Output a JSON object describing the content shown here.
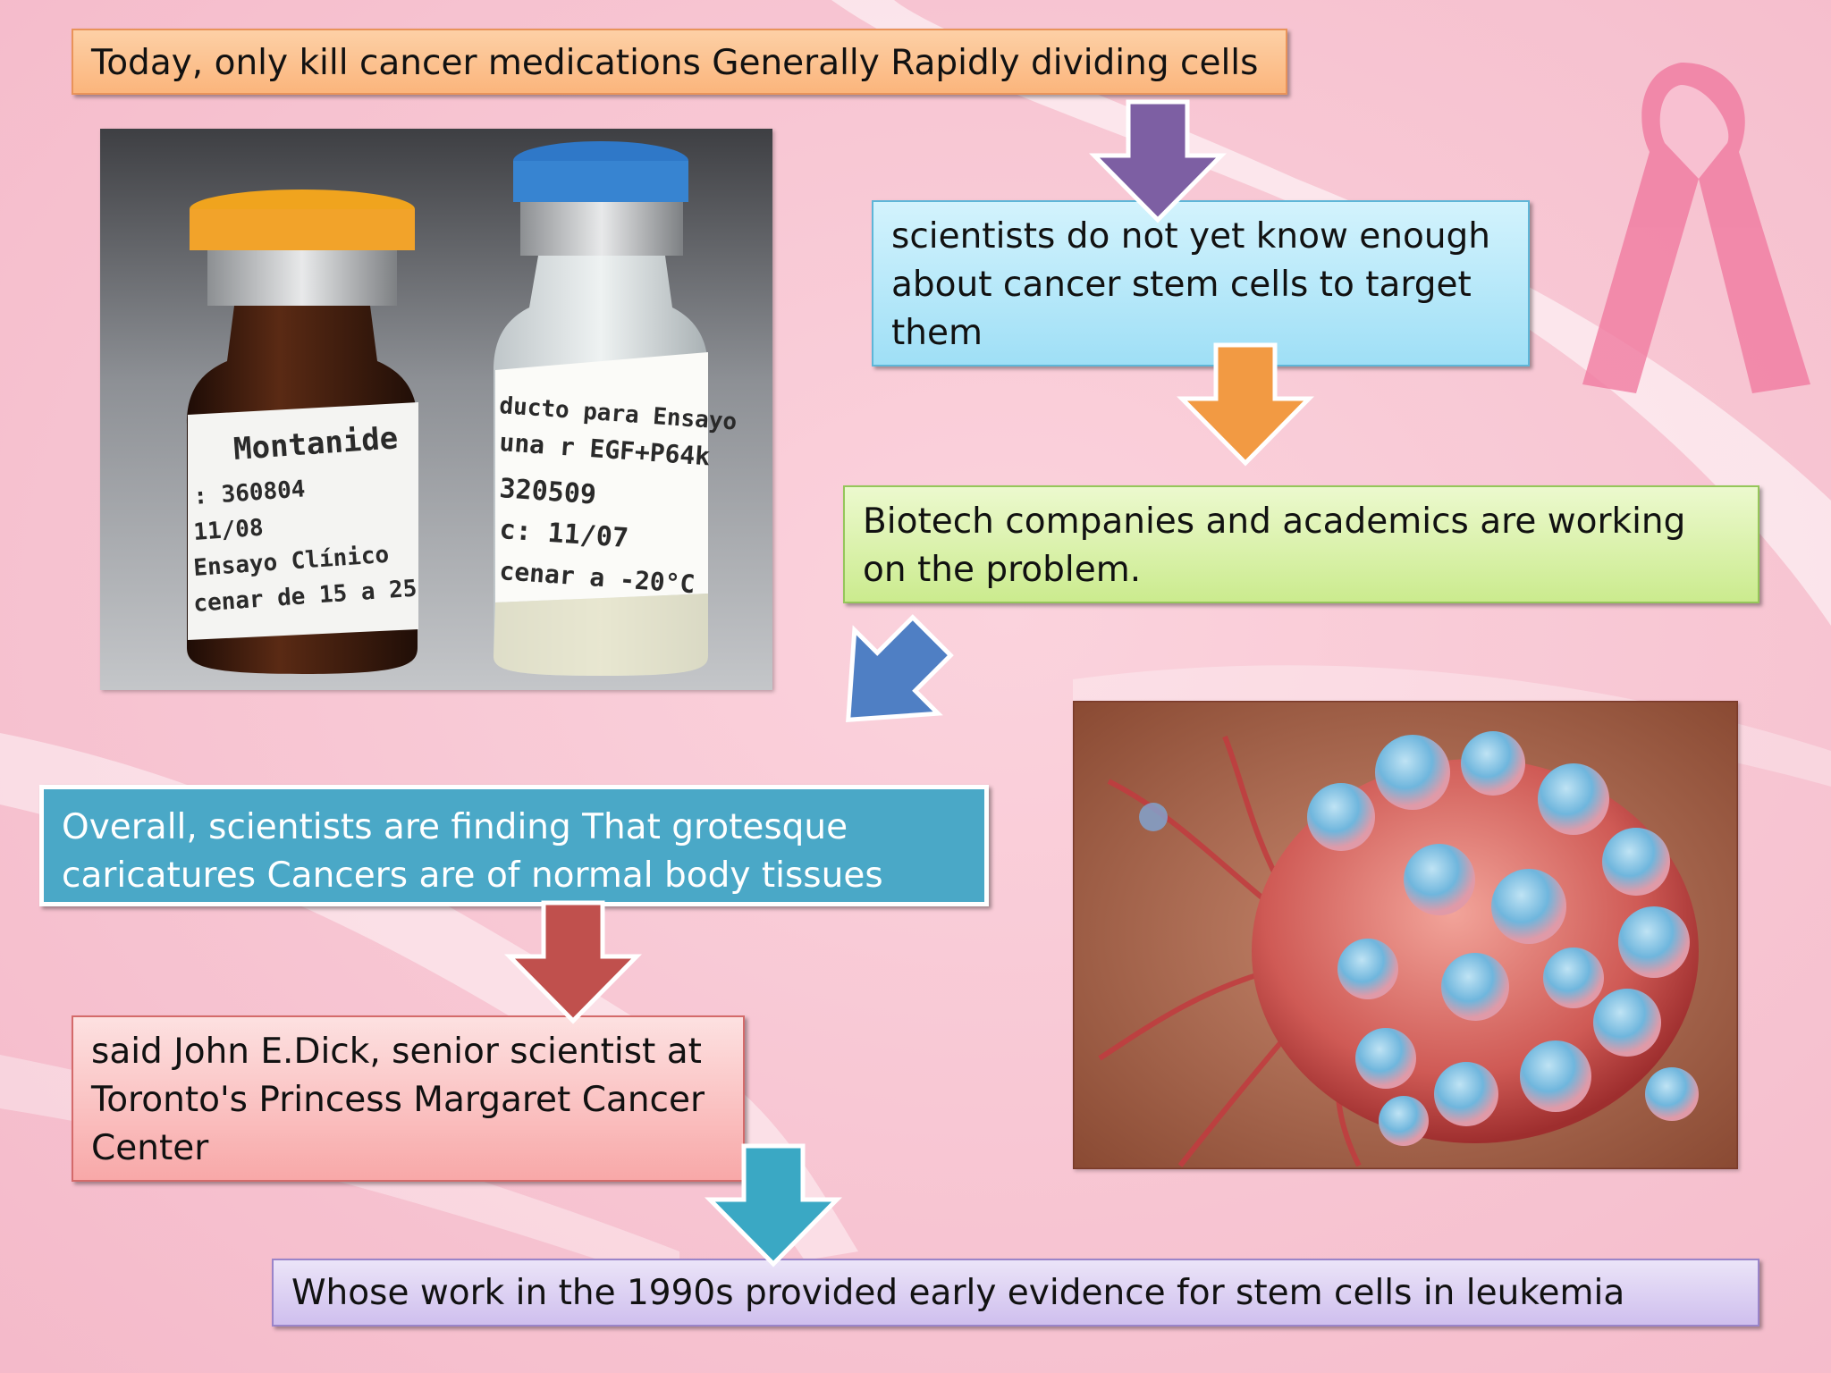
{
  "flow": {
    "step1": "Today, only kill cancer medications Generally Rapidly dividing cells",
    "step2": "scientists do not yet know enough about cancer stem cells to target them",
    "step3": "Biotech companies and academics are working on the problem.",
    "step4": "Overall, scientists are finding That grotesque caricatures Cancers are of normal body tissues",
    "step5": "said John E.Dick, senior scientist at Toronto's Princess Margaret Cancer Center",
    "step6": "Whose work in the 1990s provided early evidence for stem cells in leukemia"
  },
  "vial_photo": {
    "left_vial_label": [
      "Montanide",
      ": 360804",
      "11/08",
      "Ensayo Clínico",
      "cenar de 15 a 25"
    ],
    "right_vial_label": [
      "ducto para Ensayo",
      "una r EGF+P64k",
      "320509",
      "c: 11/07",
      "cenar a -20°C"
    ]
  },
  "colors": {
    "background": "#f8c6d3",
    "step1_fill": "#fbb57c",
    "step2_fill": "#aee7f8",
    "step3_fill": "#d7f1a2",
    "step4_fill": "#4aa8c7",
    "step5_fill": "#fbbcbc",
    "step6_fill": "#d7c9ef",
    "arrow_purple": "#7d5fa3",
    "arrow_orange": "#f29a43",
    "arrow_blue": "#4f7fc4",
    "arrow_red": "#c0504d",
    "arrow_teal": "#3aa8c4"
  }
}
